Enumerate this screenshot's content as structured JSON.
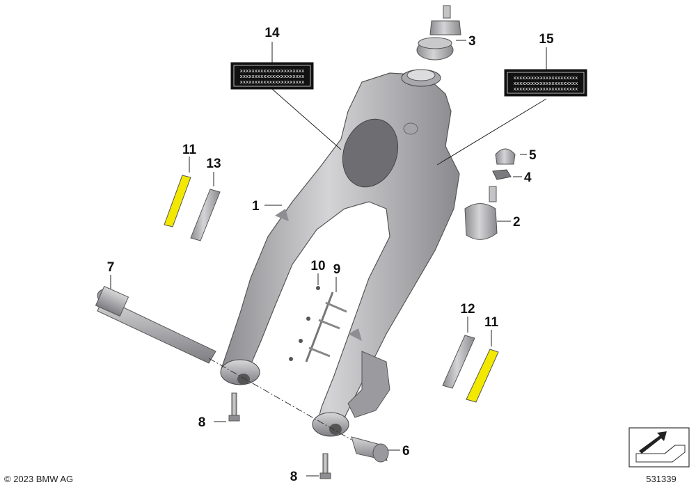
{
  "diagram": {
    "callouts": {
      "c1": "1",
      "c2": "2",
      "c3": "3",
      "c4": "4",
      "c5": "5",
      "c6": "6",
      "c7": "7",
      "c8a": "8",
      "c8b": "8",
      "c9": "9",
      "c10": "10",
      "c11a": "11",
      "c11b": "11",
      "c12": "12",
      "c13": "13",
      "c14": "14",
      "c15": "15"
    },
    "label14_lines": [
      "xxxxxxxxxxxxxxxxxxxxxx",
      "xxxxxxxxxxxxxxxxxxxxxx",
      "xxxxxxxxxxxxxxxxxxxxxx"
    ],
    "label15_lines": [
      "xxxxxxxxxxxxxxxxxxxxxx",
      "xxxxxxxxxxxxxxxxxxxxxx",
      "xxxxxxxxxxxxxxxxxxxxxx"
    ],
    "copyright": "© 2023 BMW AG",
    "diagram_number": "531339"
  },
  "colors": {
    "part_metal": "#b8b8ba",
    "part_dark": "#7a7a7e",
    "highlight_yellow": "#f2e800",
    "label_bg": "#111111"
  }
}
